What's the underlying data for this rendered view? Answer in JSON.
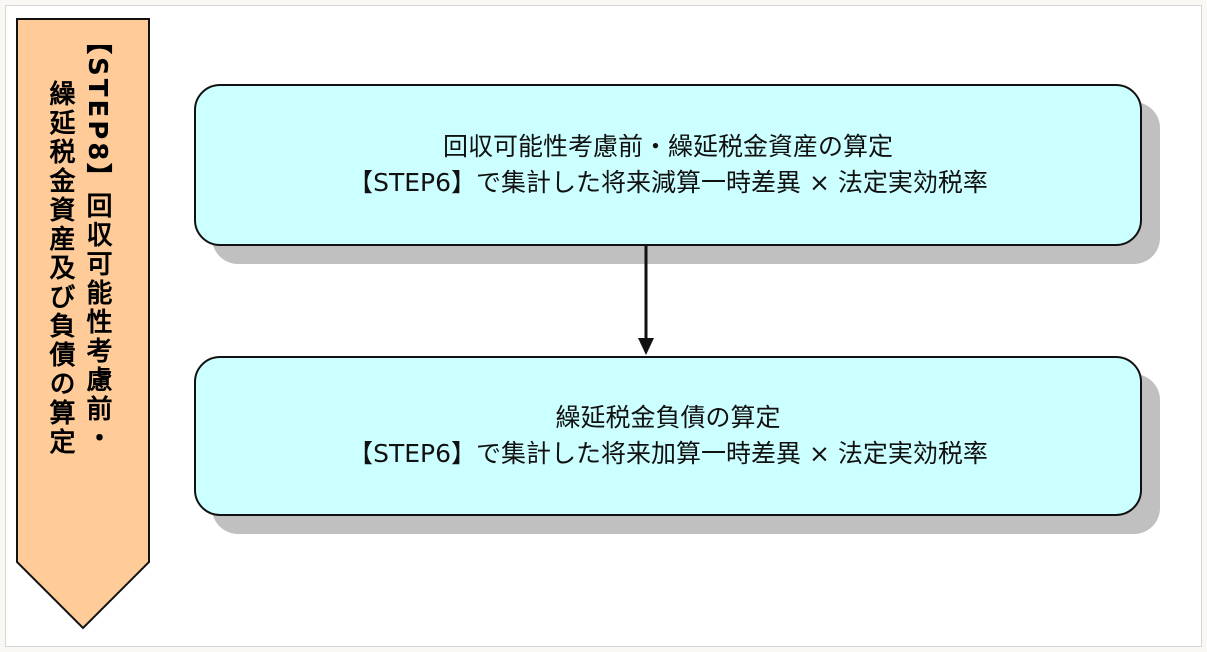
{
  "step_label": {
    "title_line": "【STEP8】回収可能性考慮前・",
    "subtitle_line": "繰延税金資産及び負債の算定"
  },
  "boxes": [
    {
      "title": "回収可能性考慮前・繰延税金資産の算定",
      "formula": "【STEP6】で集計した将来減算一時差異 × 法定実効税率"
    },
    {
      "title": "繰延税金負債の算定",
      "formula": "【STEP6】で集計した将来加算一時差異 × 法定実効税率"
    }
  ],
  "colors": {
    "arrow_fill": "#ffcc99",
    "box_fill": "#ccffff",
    "shadow": "#c0c0c0"
  }
}
